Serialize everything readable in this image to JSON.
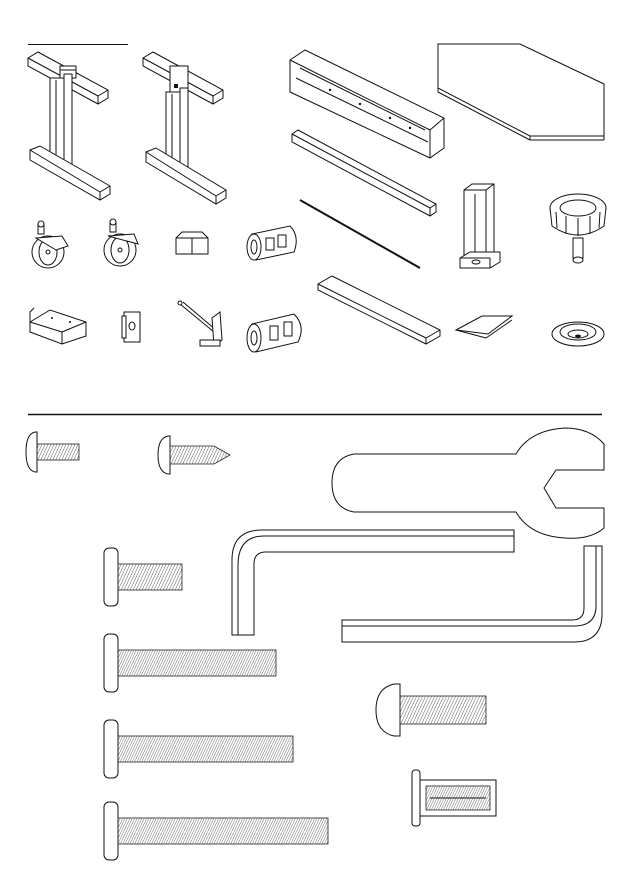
{
  "page": {
    "background": "#ffffff",
    "ink": "#111111",
    "part_labels": []
  },
  "sections": {
    "parts": {
      "items": [
        {
          "id": "frame-leg-left",
          "icon": "desk-leg-frame-icon"
        },
        {
          "id": "frame-leg-right",
          "icon": "desk-leg-frame-icon"
        },
        {
          "id": "crossbeam-top",
          "icon": "crossbeam-rail-icon"
        },
        {
          "id": "crossbeam-bottom",
          "icon": "support-bar-icon"
        },
        {
          "id": "desktop-panel",
          "icon": "tabletop-panel-icon"
        },
        {
          "id": "caster-locking",
          "icon": "caster-wheel-icon"
        },
        {
          "id": "caster-plain",
          "icon": "caster-wheel-icon"
        },
        {
          "id": "end-cap",
          "icon": "end-cap-icon"
        },
        {
          "id": "connector-sleeve",
          "icon": "connector-sleeve-icon"
        },
        {
          "id": "drive-shaft",
          "icon": "drive-shaft-icon"
        },
        {
          "id": "column-bracket",
          "icon": "column-bracket-icon"
        },
        {
          "id": "adjust-knob",
          "icon": "adjust-knob-icon"
        },
        {
          "id": "mount-plate",
          "icon": "mount-plate-icon"
        },
        {
          "id": "slot-nut",
          "icon": "slot-nut-icon"
        },
        {
          "id": "hand-crank",
          "icon": "hand-crank-icon"
        },
        {
          "id": "connector-sleeve-2",
          "icon": "connector-sleeve-icon"
        },
        {
          "id": "cable-tray",
          "icon": "cable-tray-icon"
        },
        {
          "id": "adhesive-pad",
          "icon": "adhesive-pad-icon"
        },
        {
          "id": "foot-cup",
          "icon": "foot-cup-icon"
        }
      ]
    },
    "hardware": {
      "items": [
        {
          "id": "bolt-short",
          "icon": "machine-bolt-icon"
        },
        {
          "id": "wood-screw",
          "icon": "wood-screw-icon"
        },
        {
          "id": "wrench",
          "icon": "open-end-wrench-icon"
        },
        {
          "id": "bolt-m-1",
          "icon": "machine-bolt-icon"
        },
        {
          "id": "allen-key-large",
          "icon": "allen-key-icon"
        },
        {
          "id": "allen-key-small",
          "icon": "allen-key-icon"
        },
        {
          "id": "bolt-long-1",
          "icon": "machine-bolt-icon"
        },
        {
          "id": "bolt-round-head",
          "icon": "round-head-bolt-icon"
        },
        {
          "id": "bolt-long-2",
          "icon": "machine-bolt-icon"
        },
        {
          "id": "threaded-insert",
          "icon": "threaded-insert-icon"
        },
        {
          "id": "bolt-long-3",
          "icon": "machine-bolt-icon"
        }
      ]
    }
  }
}
